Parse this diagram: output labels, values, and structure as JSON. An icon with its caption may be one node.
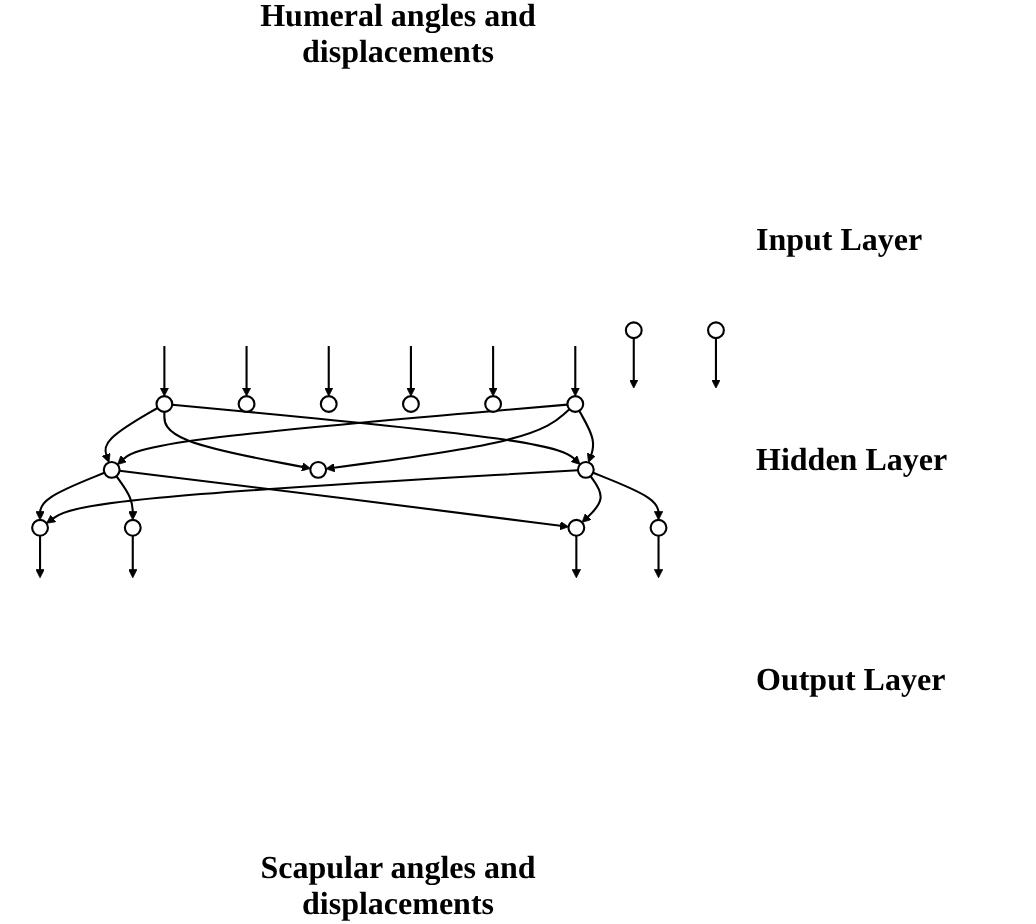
{
  "diagram": {
    "nodes": [
      {
        "text": [],
        "shape": "circle"
      },
      {
        "text": [],
        "shape": "circle"
      },
      {
        "text": [],
        "shape": "circle"
      },
      {
        "text": [],
        "shape": "circle"
      },
      {
        "text": [],
        "shape": "circle"
      },
      {
        "text": [],
        "shape": "circle"
      },
      {
        "text": [],
        "shape": "circle"
      },
      {
        "text": [],
        "shape": "circle"
      },
      {
        "text": [],
        "shape": "circle"
      },
      {
        "text": [],
        "shape": "circle"
      },
      {
        "text": [],
        "shape": "circle"
      },
      {
        "text": [],
        "shape": "circle"
      },
      {
        "text": [],
        "shape": "circle"
      },
      {
        "text": [],
        "shape": "circle"
      },
      {
        "text": [],
        "shape": "circle"
      }
    ],
    "edges": [
      {
        "from": null,
        "to": 0,
        "arrow": "to"
      },
      {
        "from": null,
        "to": 1,
        "arrow": "to"
      },
      {
        "from": null,
        "to": 2,
        "arrow": "to"
      },
      {
        "from": null,
        "to": 3,
        "arrow": "to"
      },
      {
        "from": null,
        "to": 4,
        "arrow": "to"
      },
      {
        "from": null,
        "to": 5,
        "arrow": "to"
      },
      {
        "from": 0,
        "to": 6,
        "arrow": "to"
      },
      {
        "from": 0,
        "to": 7,
        "arrow": "to"
      },
      {
        "from": 0,
        "to": 8,
        "arrow": "to"
      },
      {
        "from": 5,
        "to": 6,
        "arrow": "to"
      },
      {
        "from": 5,
        "to": 7,
        "arrow": "to"
      },
      {
        "from": 5,
        "to": 8,
        "arrow": "to"
      },
      {
        "from": 6,
        "to": 9,
        "arrow": "to"
      },
      {
        "from": 6,
        "to": 10,
        "arrow": "to"
      },
      {
        "from": 6,
        "to": 14,
        "arrow": "to"
      },
      {
        "from": 8,
        "to": 9,
        "arrow": "to"
      },
      {
        "from": 8,
        "to": 13,
        "arrow": "to"
      },
      {
        "from": 8,
        "to": 14,
        "arrow": "to"
      },
      {
        "from": 9,
        "to": null,
        "arrow": "to"
      },
      {
        "from": 10,
        "to": null,
        "arrow": "to"
      },
      {
        "from": 11,
        "to": null,
        "arrow": "to"
      },
      {
        "from": 12,
        "to": null,
        "arrow": "to"
      },
      {
        "from": 13,
        "to": null,
        "arrow": "to"
      },
      {
        "from": 14,
        "to": null,
        "arrow": "to"
      }
    ],
    "labels": [
      "Humeral angles and displacements",
      "Input Layer",
      "Hidden Layer",
      "Output Layer",
      "Scapular angles and displacements"
    ]
  }
}
